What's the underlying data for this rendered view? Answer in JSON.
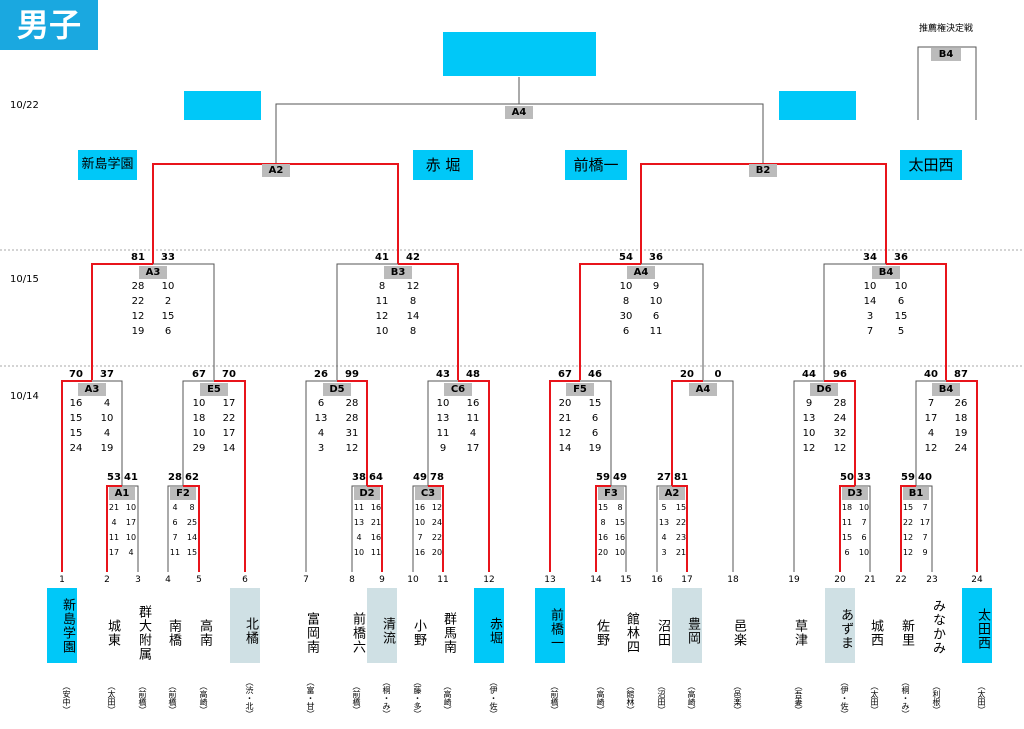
{
  "header": {
    "title": "男子",
    "sub_title": "推薦権決定戦"
  },
  "dates": [
    "10/22",
    "10/15",
    "10/14"
  ],
  "final_label": "A4",
  "semis": [
    {
      "label": "A2"
    },
    {
      "label": "B2"
    }
  ],
  "semi_teams": [
    "新島学園",
    "赤 堀",
    "前橋一",
    "太田西"
  ],
  "recommend_label": "B4",
  "quarters": [
    {
      "label": "A3",
      "s1": "81",
      "s2": "33",
      "sets1": [
        "28",
        "22",
        "12",
        "19"
      ],
      "sets2": [
        "10",
        "2",
        "15",
        "6"
      ]
    },
    {
      "label": "B3",
      "s1": "41",
      "s2": "42",
      "sets1": [
        "8",
        "11",
        "12",
        "10"
      ],
      "sets2": [
        "12",
        "8",
        "14",
        "8"
      ]
    },
    {
      "label": "A4",
      "s1": "54",
      "s2": "36",
      "sets1": [
        "10",
        "8",
        "30",
        "6"
      ],
      "sets2": [
        "9",
        "10",
        "6",
        "11"
      ]
    },
    {
      "label": "B4",
      "s1": "34",
      "s2": "36",
      "sets1": [
        "10",
        "14",
        "3",
        "7"
      ],
      "sets2": [
        "10",
        "6",
        "15",
        "5"
      ]
    }
  ],
  "round2": [
    {
      "label": "A3",
      "s1": "70",
      "s2": "37",
      "sets1": [
        "16",
        "15",
        "15",
        "24"
      ],
      "sets2": [
        "4",
        "10",
        "4",
        "19"
      ]
    },
    {
      "label": "E5",
      "s1": "67",
      "s2": "70",
      "sets1": [
        "10",
        "18",
        "10",
        "29"
      ],
      "sets2": [
        "17",
        "22",
        "17",
        "14"
      ]
    },
    {
      "label": "D5",
      "s1": "26",
      "s2": "99",
      "sets1": [
        "6",
        "13",
        "4",
        "3"
      ],
      "sets2": [
        "28",
        "28",
        "31",
        "12"
      ]
    },
    {
      "label": "C6",
      "s1": "43",
      "s2": "48",
      "sets1": [
        "10",
        "13",
        "11",
        "9"
      ],
      "sets2": [
        "16",
        "11",
        "4",
        "17"
      ]
    },
    {
      "label": "F5",
      "s1": "67",
      "s2": "46",
      "sets1": [
        "20",
        "21",
        "12",
        "14"
      ],
      "sets2": [
        "15",
        "6",
        "6",
        "19"
      ]
    },
    {
      "label": "A4",
      "s1": "20",
      "s2": "0",
      "sets1": [],
      "sets2": []
    },
    {
      "label": "D6",
      "s1": "44",
      "s2": "96",
      "sets1": [
        "9",
        "13",
        "10",
        "12"
      ],
      "sets2": [
        "28",
        "24",
        "32",
        "12"
      ]
    },
    {
      "label": "B4",
      "s1": "40",
      "s2": "87",
      "sets1": [
        "7",
        "17",
        "4",
        "12"
      ],
      "sets2": [
        "26",
        "18",
        "19",
        "24"
      ]
    }
  ],
  "round1": [
    {
      "label": "A1",
      "s1": "53",
      "s2": "41",
      "sets1": [
        "21",
        "4",
        "11",
        "17"
      ],
      "sets2": [
        "10",
        "17",
        "10",
        "4"
      ]
    },
    {
      "label": "F2",
      "s1": "28",
      "s2": "62",
      "sets1": [
        "4",
        "6",
        "7",
        "11"
      ],
      "sets2": [
        "8",
        "25",
        "14",
        "15"
      ]
    },
    {
      "label": "D2",
      "s1": "38",
      "s2": "64",
      "sets1": [
        "11",
        "13",
        "4",
        "10"
      ],
      "sets2": [
        "16",
        "21",
        "16",
        "11"
      ]
    },
    {
      "label": "C3",
      "s1": "49",
      "s2": "78",
      "sets1": [
        "16",
        "10",
        "7",
        "16"
      ],
      "sets2": [
        "12",
        "24",
        "22",
        "20"
      ]
    },
    {
      "label": "F3",
      "s1": "59",
      "s2": "49",
      "sets1": [
        "15",
        "8",
        "16",
        "20"
      ],
      "sets2": [
        "8",
        "15",
        "16",
        "10"
      ]
    },
    {
      "label": "A2",
      "s1": "27",
      "s2": "81",
      "sets1": [
        "5",
        "13",
        "4",
        "3"
      ],
      "sets2": [
        "15",
        "22",
        "23",
        "21"
      ]
    },
    {
      "label": "D3",
      "s1": "50",
      "s2": "33",
      "sets1": [
        "18",
        "11",
        "15",
        "6"
      ],
      "sets2": [
        "10",
        "7",
        "6",
        "10"
      ]
    },
    {
      "label": "B1",
      "s1": "59",
      "s2": "40",
      "sets1": [
        "15",
        "22",
        "12",
        "12"
      ],
      "sets2": [
        "7",
        "17",
        "7",
        "9"
      ]
    }
  ],
  "teams": [
    {
      "num": "1",
      "name": "新島学園",
      "region": "（安中）"
    },
    {
      "num": "2",
      "name": "城東",
      "region": "（太田）"
    },
    {
      "num": "3",
      "name": "群大附属",
      "region": "（前橋）"
    },
    {
      "num": "4",
      "name": "南橋",
      "region": "（前橋）"
    },
    {
      "num": "5",
      "name": "高南",
      "region": "（高崎）"
    },
    {
      "num": "6",
      "name": "北橘",
      "region": "（渋・北）"
    },
    {
      "num": "7",
      "name": "富岡南",
      "region": "（富・甘）"
    },
    {
      "num": "8",
      "name": "前橋六",
      "region": "（前橋）"
    },
    {
      "num": "9",
      "name": "清流",
      "region": "（桐・み）"
    },
    {
      "num": "10",
      "name": "小野",
      "region": "（藤・多）"
    },
    {
      "num": "11",
      "name": "群馬南",
      "region": "（高崎）"
    },
    {
      "num": "12",
      "name": "赤堀",
      "region": "（伊・佐）"
    },
    {
      "num": "13",
      "name": "前橋一",
      "region": "（前橋）"
    },
    {
      "num": "14",
      "name": "佐野",
      "region": "（高崎）"
    },
    {
      "num": "15",
      "name": "館林四",
      "region": "（館林）"
    },
    {
      "num": "16",
      "name": "沼田",
      "region": "（沼田）"
    },
    {
      "num": "17",
      "name": "豊岡",
      "region": "（高崎）"
    },
    {
      "num": "18",
      "name": "邑楽",
      "region": "（邑楽）"
    },
    {
      "num": "19",
      "name": "草津",
      "region": "（吾妻）"
    },
    {
      "num": "20",
      "name": "あずま",
      "region": "（伊・佐）"
    },
    {
      "num": "21",
      "name": "城西",
      "region": "（太田）"
    },
    {
      "num": "22",
      "name": "新里",
      "region": "（桐・み）"
    },
    {
      "num": "23",
      "name": "みなかみ",
      "region": "（利根）"
    },
    {
      "num": "24",
      "name": "太田西",
      "region": "（太田）"
    }
  ]
}
